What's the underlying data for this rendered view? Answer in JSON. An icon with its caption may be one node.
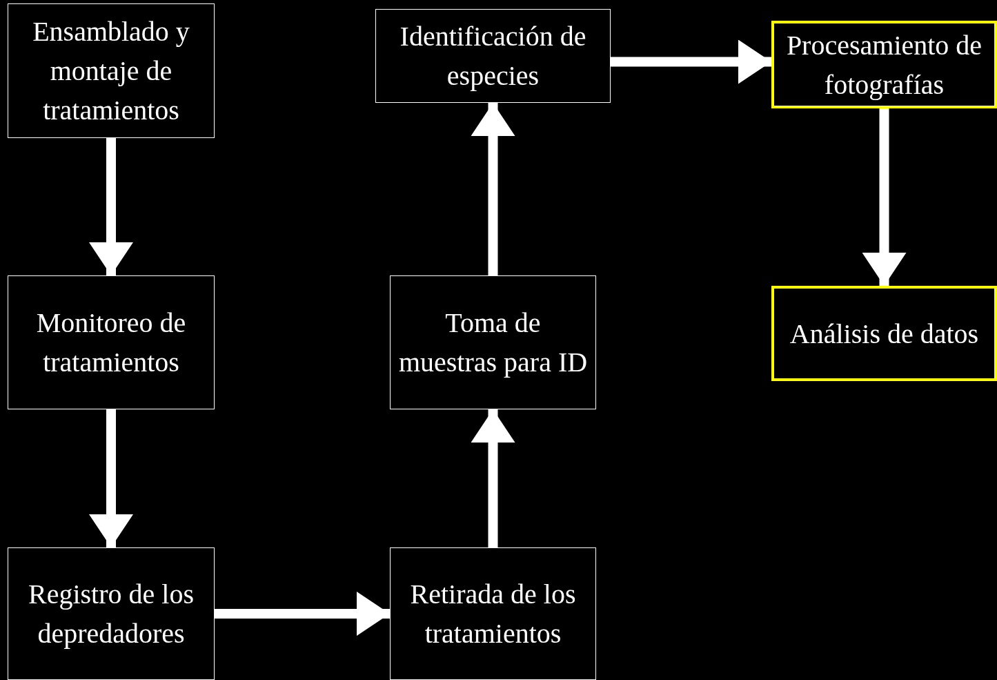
{
  "diagram": {
    "nodes": [
      {
        "text": [
          "Ensamblado y montaje de tratamientos"
        ]
      },
      {
        "text": [
          "Monitoreo de tratamientos"
        ]
      },
      {
        "text": [
          "Registro de los depredadores"
        ]
      },
      {
        "text": [
          "Retirada de los tratamientos"
        ]
      },
      {
        "text": [
          "Toma de muestras para ID"
        ]
      },
      {
        "text": [
          "Identificación de especies"
        ]
      },
      {
        "text": [
          "Procesamiento de fotografías"
        ]
      },
      {
        "text": [
          "Análisis de datos"
        ]
      }
    ],
    "edges": [
      {
        "from": 0,
        "to": 1,
        "arrow": "to"
      },
      {
        "from": 1,
        "to": 2,
        "arrow": "to"
      },
      {
        "from": 2,
        "to": 3,
        "arrow": "to"
      },
      {
        "from": 3,
        "to": 4,
        "arrow": "to"
      },
      {
        "from": 4,
        "to": 5,
        "arrow": "to"
      },
      {
        "from": 5,
        "to": 6,
        "arrow": "to"
      },
      {
        "from": 6,
        "to": 7,
        "arrow": "to"
      }
    ]
  }
}
